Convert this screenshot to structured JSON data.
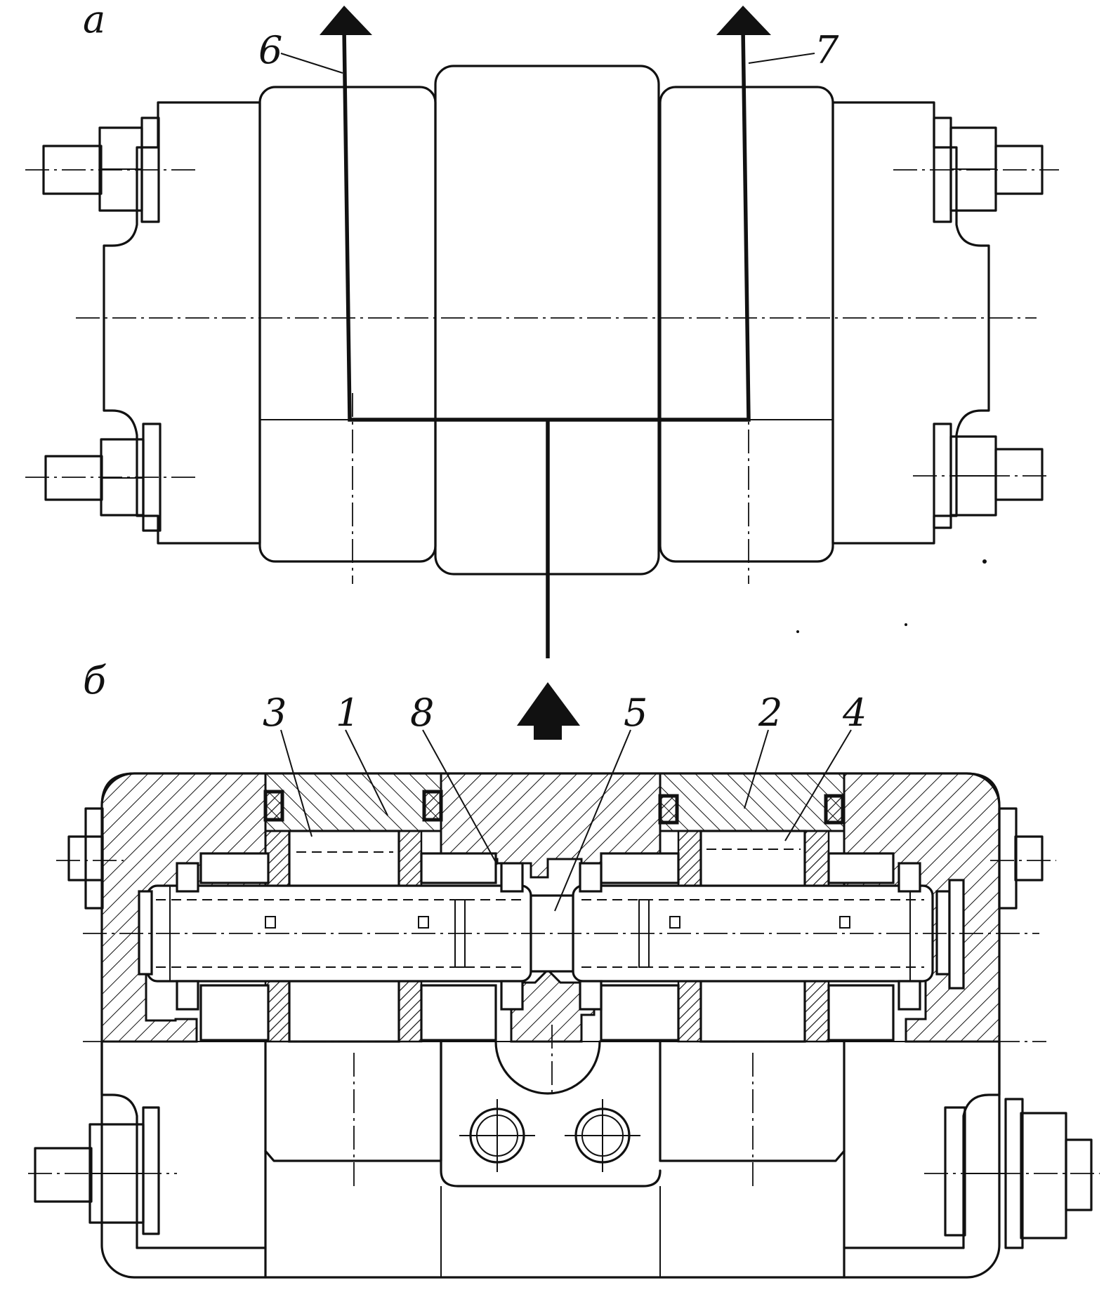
{
  "views": {
    "a": {
      "label": "а"
    },
    "b": {
      "label": "б"
    }
  },
  "callouts": {
    "n1": "1",
    "n2": "2",
    "n3": "3",
    "n4": "4",
    "n5": "5",
    "n6": "6",
    "n7": "7",
    "n8": "8"
  },
  "colors": {
    "ink": "#111111",
    "paper": "#ffffff"
  }
}
